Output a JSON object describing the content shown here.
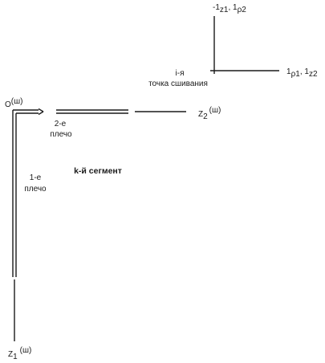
{
  "axes": {
    "up_label_main": "-1",
    "up_label_sub1": "z1",
    "up_label_sep": ", 1",
    "up_label_sub2": "ρ2",
    "right_label_main": "1",
    "right_label_sub1": "ρ1",
    "right_label_sep": ", 1",
    "right_label_sub2": "z2"
  },
  "stitch_point": {
    "line1": "i-я",
    "line2": "точка сшивания"
  },
  "origin": {
    "label": "O",
    "superscript": "(ш)"
  },
  "arm2": {
    "line1": "2-е",
    "line2": "плечо",
    "end_label": "Z",
    "end_sub": "2",
    "end_sup": "(ш)"
  },
  "arm1": {
    "line1": "1-е",
    "line2": "плечо",
    "end_label": "Z",
    "end_sub": "1",
    "end_sup": "(ш)"
  },
  "segment": {
    "label": "k-й сегмент"
  },
  "colors": {
    "stroke": "#1a1a1a",
    "background": "#ffffff"
  }
}
